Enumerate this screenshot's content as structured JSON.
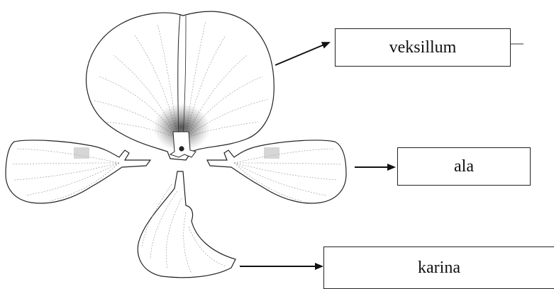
{
  "labels": {
    "veksillum": "veksillum",
    "ala": "ala",
    "karina": "karina"
  },
  "colors": {
    "ink": "#222222",
    "background": "#ffffff"
  }
}
